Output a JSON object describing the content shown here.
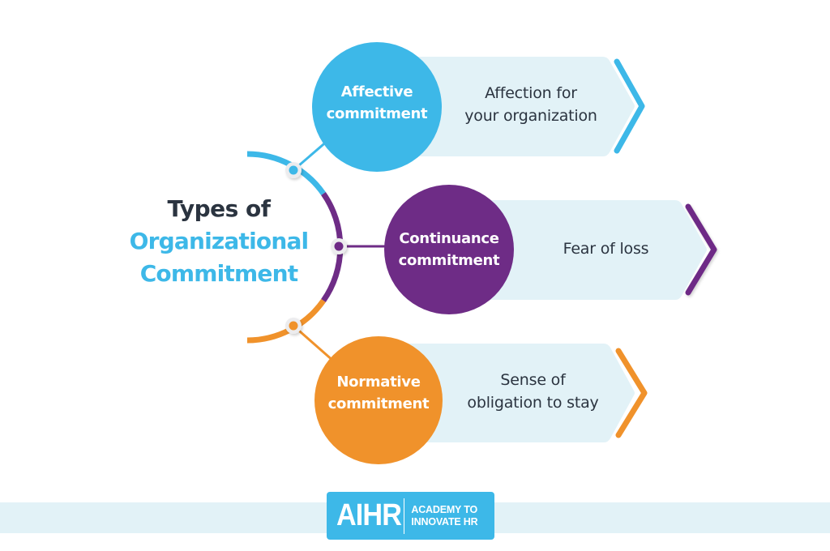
{
  "title": {
    "line1": "Types of",
    "line2": "Organizational",
    "line3": "Commitment"
  },
  "colors": {
    "blue": "#3db8e8",
    "purple": "#6e2c86",
    "orange": "#f0922b",
    "box_fill": "#e2f2f7",
    "text_dark": "#2b3440"
  },
  "types": [
    {
      "name_line1": "Affective",
      "name_line2": "commitment",
      "desc_line1": "Affection for",
      "desc_line2": "your organization",
      "color": "#3db8e8"
    },
    {
      "name_line1": "Continuance",
      "name_line2": "commitment",
      "desc_line1": "Fear of loss",
      "desc_line2": "",
      "color": "#6e2c86"
    },
    {
      "name_line1": "Normative",
      "name_line2": "commitment",
      "desc_line1": "Sense of",
      "desc_line2": "obligation to stay",
      "color": "#f0922b"
    }
  ],
  "footer": {
    "logo_mark": "AIHR",
    "logo_tag_line1": "ACADEMY TO",
    "logo_tag_line2": "INNOVATE HR"
  }
}
